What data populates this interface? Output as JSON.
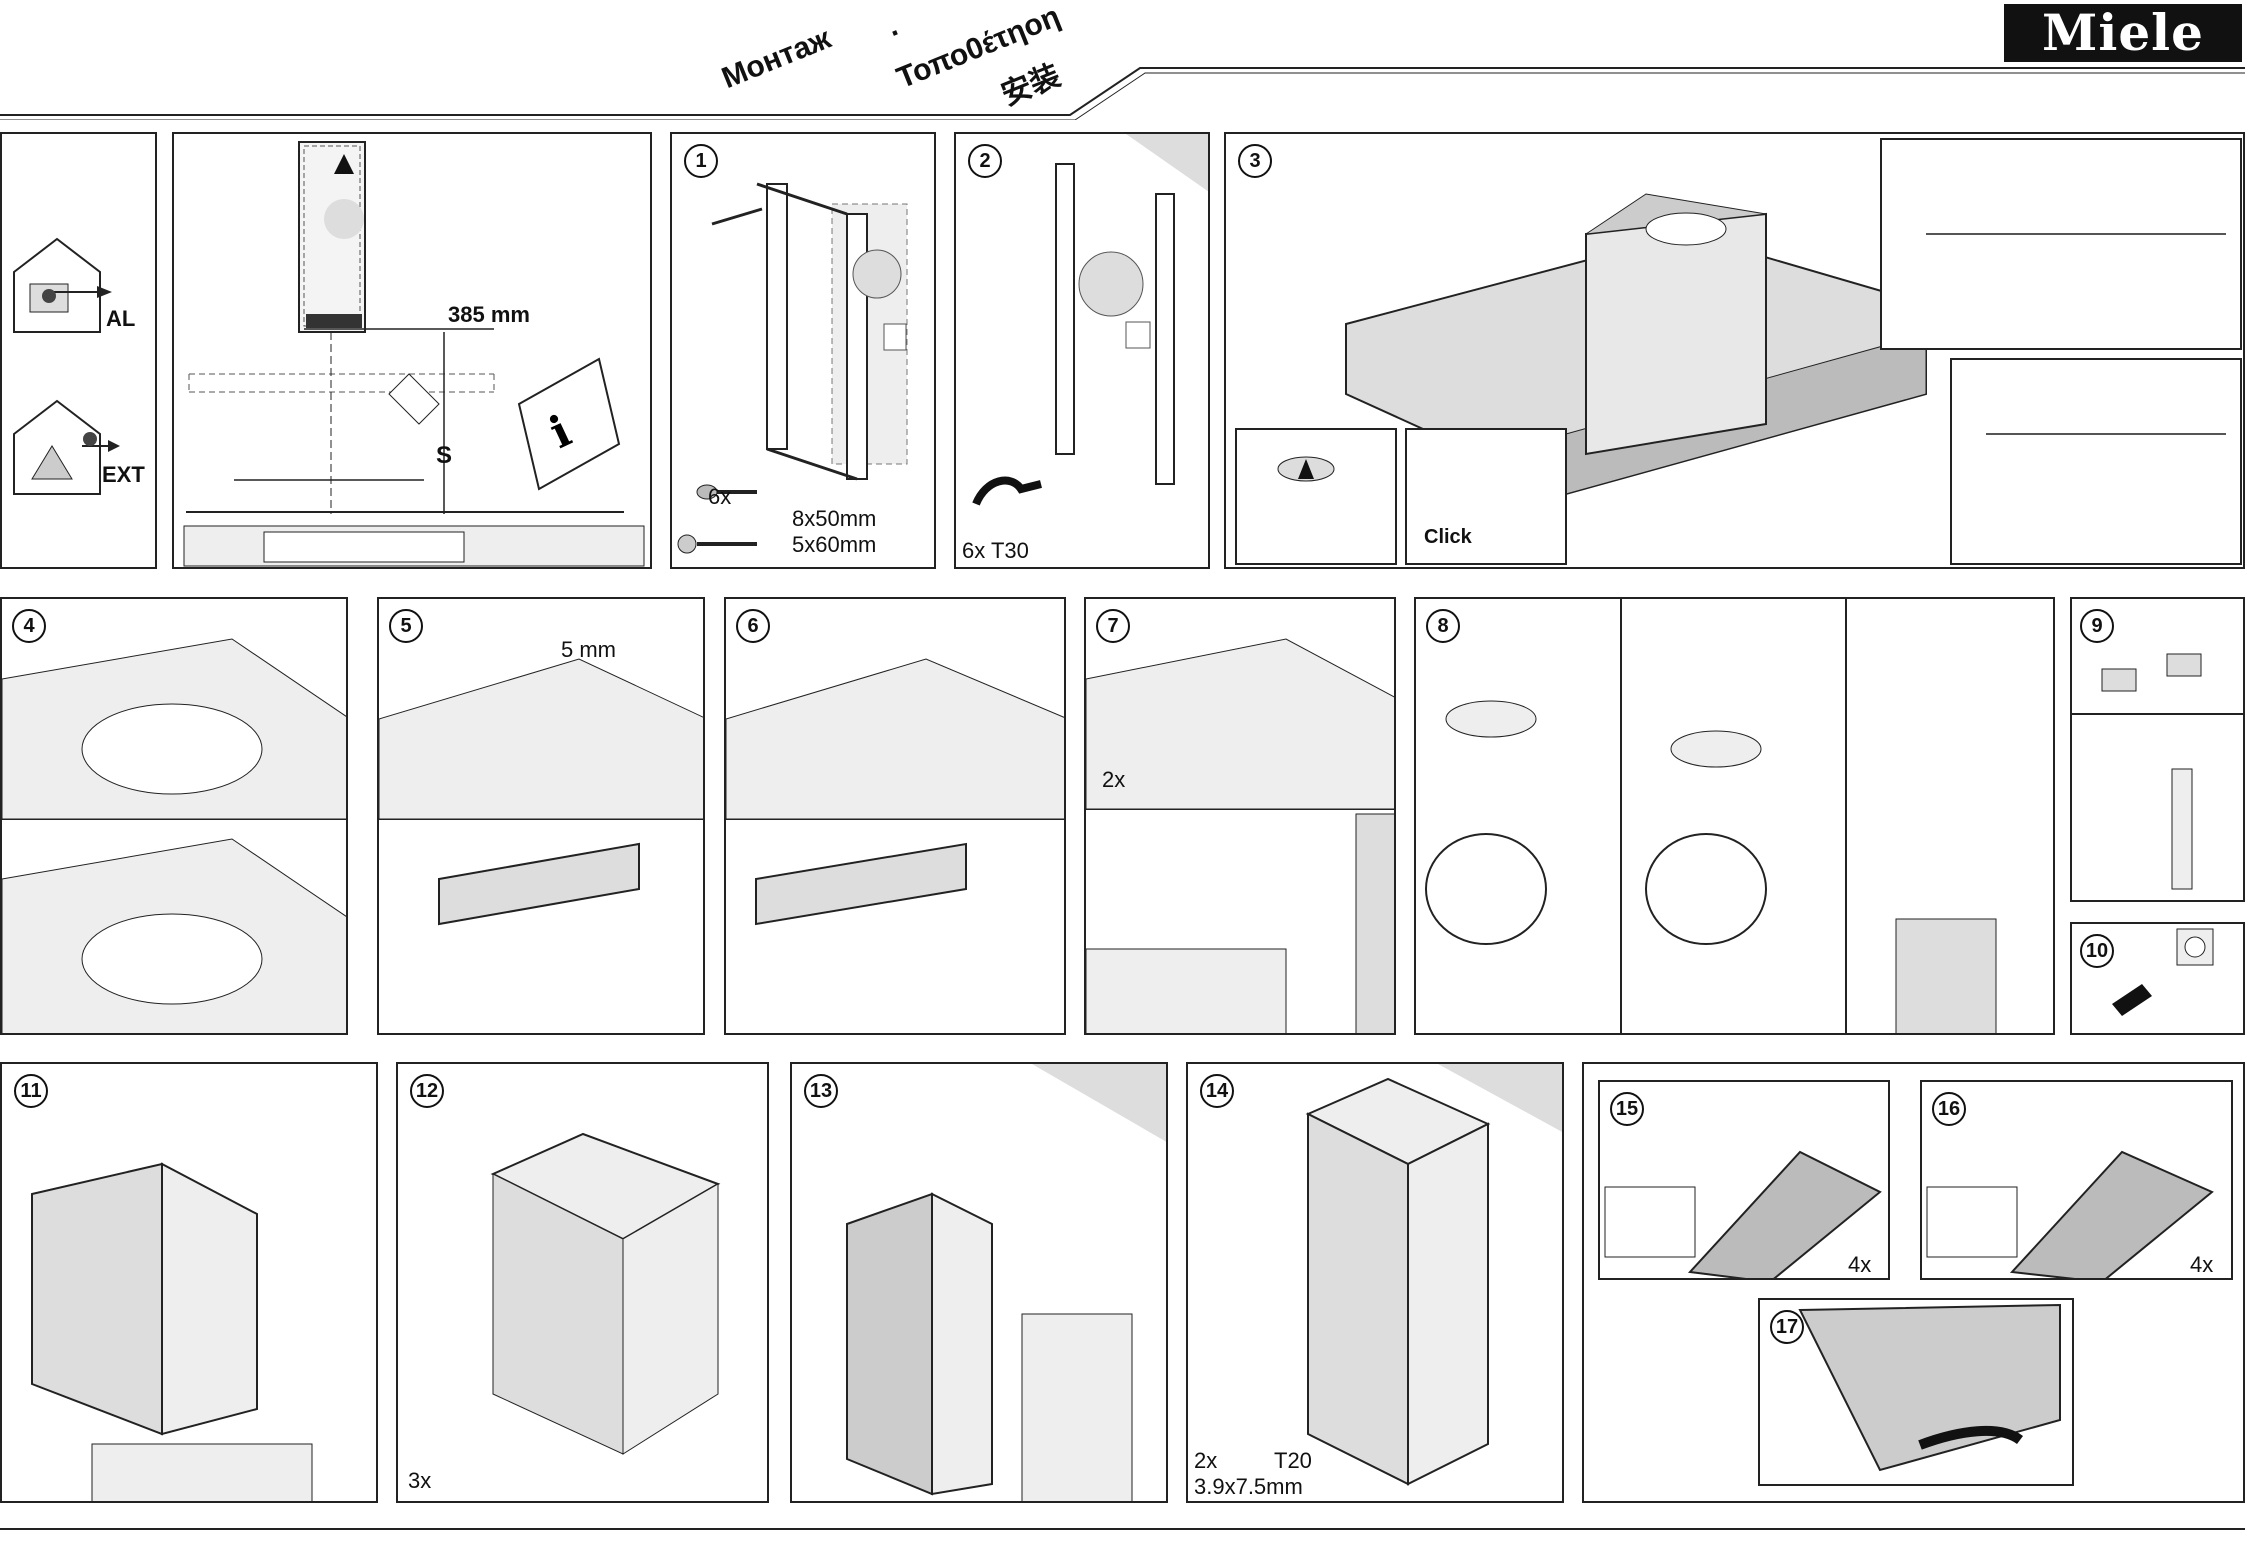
{
  "header": {
    "brand": "Miele",
    "title_ru": "Монтаж",
    "title_dot": ".",
    "title_gr": "Τοπο0έτηοη",
    "title_zh": "安装"
  },
  "intro": {
    "label_al": "AL",
    "label_ext": "EXT",
    "dimension": "385 mm",
    "label_s": "S"
  },
  "steps": {
    "s1": {
      "number": "1",
      "qty": "6x",
      "size_a": "8x50mm",
      "size_b": "5x60mm"
    },
    "s2": {
      "number": "2",
      "tool": "6x T30"
    },
    "s3": {
      "number": "3",
      "click": "Click"
    },
    "s4": {
      "number": "4"
    },
    "s5": {
      "number": "5",
      "size": "5 mm"
    },
    "s6": {
      "number": "6"
    },
    "s7": {
      "number": "7",
      "qty": "2x"
    },
    "s8": {
      "number": "8"
    },
    "s9": {
      "number": "9"
    },
    "s10": {
      "number": "10"
    },
    "s11": {
      "number": "11"
    },
    "s12": {
      "number": "12",
      "qty": "3x"
    },
    "s13": {
      "number": "13"
    },
    "s14": {
      "number": "14",
      "screw_qty": "2x",
      "screw_tool": "T20",
      "screw_size": "3.9x7.5mm"
    },
    "s15": {
      "number": "15",
      "qty": "4x"
    },
    "s16": {
      "number": "16",
      "qty": "4x"
    },
    "s17": {
      "number": "17"
    }
  }
}
